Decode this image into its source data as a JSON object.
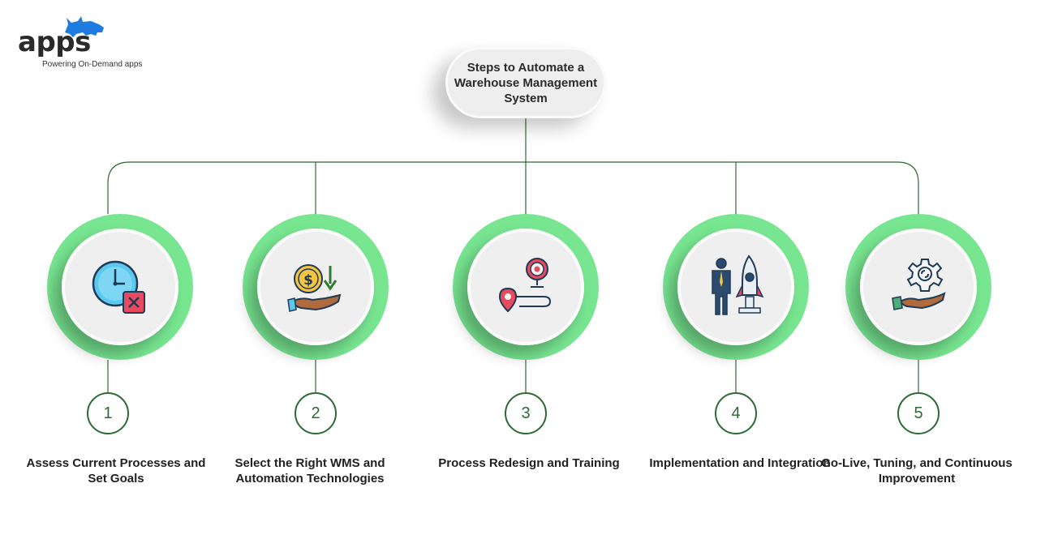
{
  "brand": {
    "name": "apps",
    "tagline": "Powering On-Demand apps",
    "icon": "rhino-icon",
    "accent": "#1f7be0"
  },
  "title": "Steps to Automate a Warehouse Management System",
  "colors": {
    "ring": "#78e691",
    "line": "#2e6b34"
  },
  "steps": [
    {
      "number": "1",
      "label": "Assess Current Processes and Set Goals",
      "icon": "clock-icon"
    },
    {
      "number": "2",
      "label": "Select the Right WMS and Automation Technologies",
      "icon": "money-hand-icon"
    },
    {
      "number": "3",
      "label": "Process Redesign and Training",
      "icon": "route-target-icon"
    },
    {
      "number": "4",
      "label": "Implementation and Integration",
      "icon": "businessman-rocket-icon"
    },
    {
      "number": "5",
      "label": "Go-Live, Tuning, and Continuous Improvement",
      "icon": "gear-hand-icon"
    }
  ]
}
